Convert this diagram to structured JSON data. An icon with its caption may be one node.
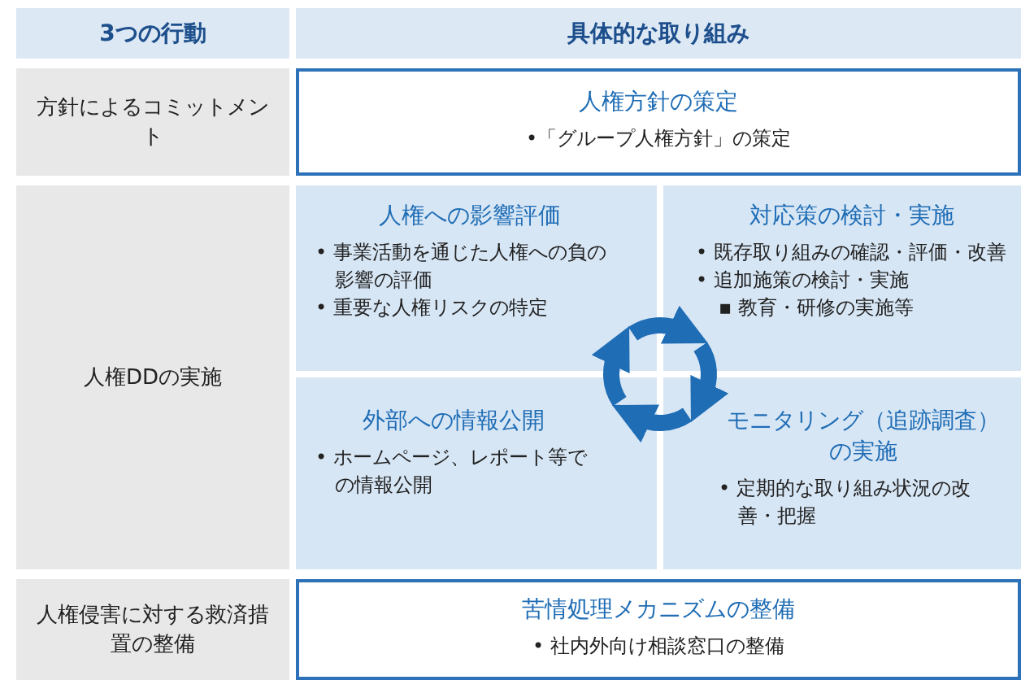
{
  "diagram": {
    "nodes": [
      {
        "text": [
          "3つの行動"
        ]
      },
      {
        "text": [
          "具体的な取り組み"
        ]
      },
      {
        "text": [
          "方針によるコミットメント"
        ]
      },
      {
        "text": [
          "人権方針の策定",
          "•「グループ人権方針」の策定"
        ]
      },
      {
        "text": [
          "人権DDの実施"
        ]
      },
      {
        "text": [
          "人権への影響評価",
          "• 事業活動を通じた人権への負の影響の評価",
          "• 重要な人権リスクの特定"
        ]
      },
      {
        "text": [
          "対応策の検討・実施",
          "• 既存取り組みの確認・評価・改善",
          "• 追加施策の検討・実施",
          "▪ 教育・研修の実施等"
        ]
      },
      {
        "text": [
          "外部への情報公開",
          "• ホームページ、レポート等での情報公開"
        ]
      },
      {
        "text": [
          "モニタリング（追跡調査）の実施",
          "• 定期的な取り組み状況の改善・把握"
        ]
      },
      {
        "text": [
          "人権侵害に対する救済措置の整備"
        ]
      },
      {
        "text": [
          "苦情処理メカニズムの整備",
          "• 社内外向け相談窓口の整備"
        ]
      }
    ],
    "edges": [
      {
        "from": 5,
        "to": 6,
        "arrow": "to"
      },
      {
        "from": 6,
        "to": 8,
        "arrow": "to"
      },
      {
        "from": 8,
        "to": 7,
        "arrow": "to"
      },
      {
        "from": 7,
        "to": 5,
        "arrow": "to"
      }
    ]
  }
}
